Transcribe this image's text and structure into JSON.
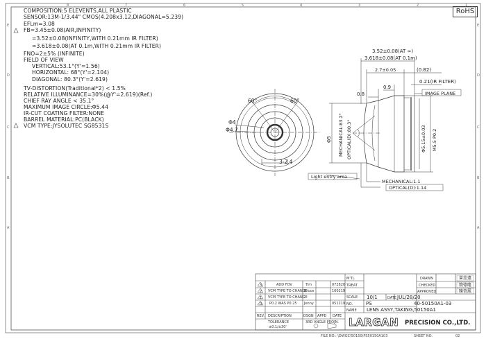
{
  "specs": {
    "composition": "COMPOSITION:5  ELEVENTS,ALL  PLASTIC",
    "sensor": "SENSOR:13M-1/3.44\"  CMOS(4.208x3.12,DIAGONAL=5.239)",
    "efl": "EFLm=3.08",
    "fb1": "FB=3.45±0.08(AIR,INFINITY)",
    "fb2": "=3.52±0.08(INFINITY,WITH 0.21mm IR FILTER)",
    "fb3": "=3.618±0.08(AT 0.1m,WITH 0.21mm IR FILTER)",
    "fno": "FNO=2±5% (INFINITE)",
    "fov_title": "FIELD OF VIEW",
    "fov_v": "VERTICAL:53.1°(Y'=1.56)",
    "fov_h": "HORIZONTAL: 68°(Y'=2.104)",
    "fov_d": "DIAGONAL: 80.3°(Y'=2.619)",
    "tv": "TV-DISTORTION(Traditional*2) < 1.5%",
    "ri": "RELATIVE ILLUMINANCE=30%(@Y'=2.619)(Ref.)",
    "cra": "CHIEF RAY ANGLE < 35.1°",
    "mic": "MAXIMUM IMAGE CIRCLE:Φ5.44",
    "ir": "IR-CUT COATING FILTER:NONE",
    "barrel": "BARREL MATERIAL:PC(BLACK)",
    "vcm": "VCM TYPE:JYSOLUTEC SG8531S"
  },
  "rohs": "RoHS",
  "grid": {
    "cols_top": [
      "8",
      "7",
      "6",
      "5",
      "4",
      "3",
      "2",
      "1"
    ],
    "rows_side": [
      "E",
      "D",
      "C",
      "B",
      "A"
    ]
  },
  "front_view": {
    "angle1": "60°",
    "angle2": "60°",
    "d4": "Φ4",
    "d47": "Φ4.7",
    "sep": "3-2.4"
  },
  "side_view": {
    "fb_inf": "3.52±0.08(AT ∞)",
    "fb_01": "3.618±0.08(AT 0.1m)",
    "d27": "2.7±0.05",
    "d082": "(0.82)",
    "d09": "0.9",
    "d08": "0.8",
    "ir_filter": "0.21(IR FILTER)",
    "image_plane": "IMAGE PLANE",
    "phi5": "Φ5",
    "mech_angle": "MECHANICAL:83.2°",
    "optical_angle": "OPTICAL(D):80.3°",
    "d515": "Φ5.15±0.03",
    "m55": "M5.5 P0.2",
    "light_entry": "Light entry area",
    "mech_dist": "MECHANICAL:1.1",
    "opt_dist": "OPTICAL(D):1.14"
  },
  "title_block": {
    "revisions": [
      {
        "mark": "3",
        "desc": "ADD FOV",
        "dsgn": "Tim",
        "date": "072820"
      },
      {
        "mark": "2",
        "desc": "VCM TYPE TO CHANGE",
        "dsgn": "Bruce",
        "date": "100219"
      },
      {
        "mark": "1",
        "desc": "VCM TYPE TO CHANGE",
        "dsgn": "",
        "date": ""
      },
      {
        "mark": "0",
        "desc": "P0.2 WAS P0.25",
        "dsgn": "Jenny",
        "date": "051219"
      }
    ],
    "rev_headers": {
      "rev": "REV.",
      "desc": "DESCRIPTION",
      "dsgn": "DSGN",
      "appd": "APPD",
      "date": "DATE"
    },
    "tolerance_label": "TOLERANCE",
    "tolerance_value": "±0.1/±30'",
    "projection": "3RD ANGLE PROJN.",
    "mtl": "M'TL",
    "treat": "TREAT",
    "scale_label": "SCALE",
    "scale": "10/1",
    "date_label": "DATE",
    "date": "JUL/28/20",
    "no_label": "NO.",
    "unit": "PS",
    "part_no": "40-50150A1-03",
    "name_label": "NAME",
    "name": "LENS ASSY,TAKING,50150A1",
    "drawn": "DRAWN",
    "checked": "CHECKED",
    "approved": "APPROVED",
    "logo": "LARGAN",
    "company": "PRECISION CO.,LTD.",
    "stamp1": "曾志遠",
    "stamp2": "簡德隆",
    "stamp3": "陳奇鳳"
  },
  "footer": {
    "file": "FILE NO.: \\DWGC\\50150\\PS50150A103",
    "sheet": "SHEET NO.",
    "sheet_no": "02"
  }
}
